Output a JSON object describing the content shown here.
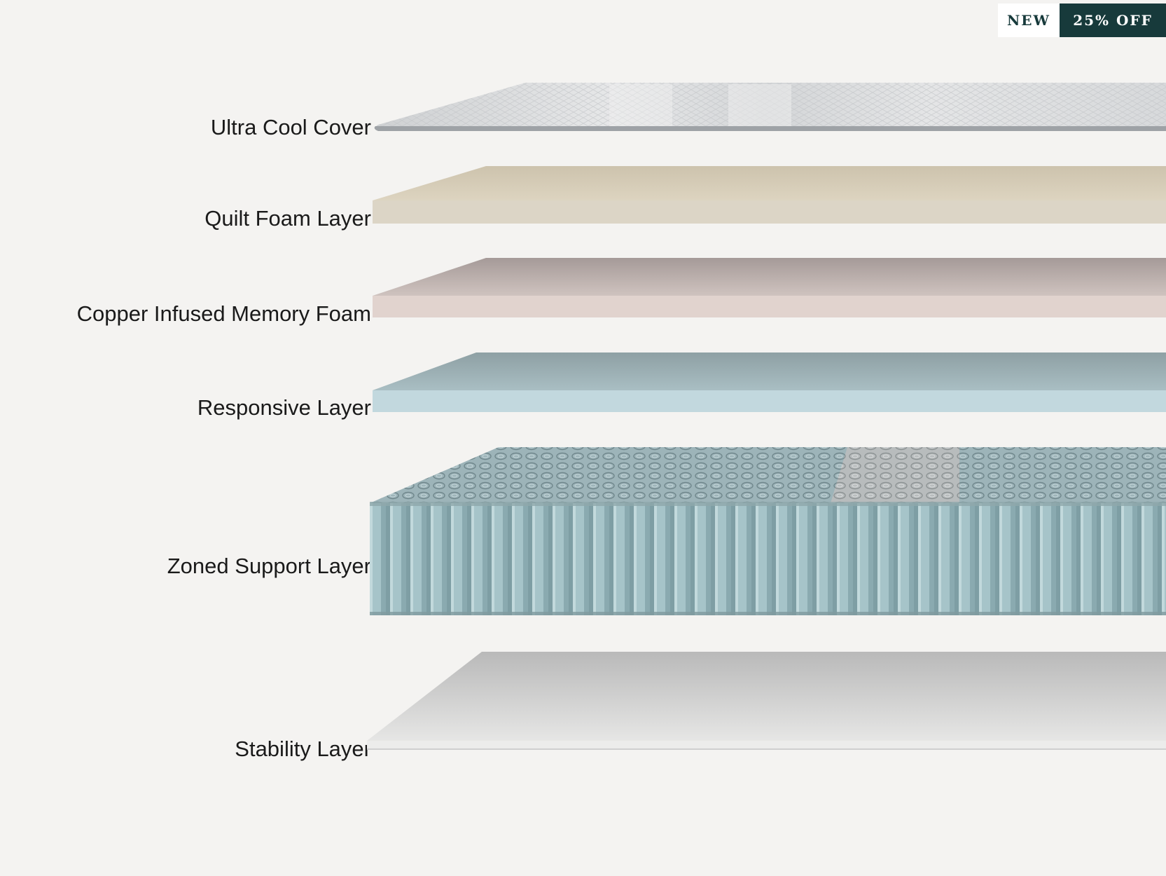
{
  "badges": {
    "new": "NEW",
    "discount": "25% OFF"
  },
  "layers": [
    {
      "label": "Ultra Cool Cover"
    },
    {
      "label": "Quilt Foam Layer"
    },
    {
      "label": "Copper Infused Memory Foam"
    },
    {
      "label": "Responsive Layer"
    },
    {
      "label": "Zoned Support Layer"
    },
    {
      "label": "Stability Layer"
    }
  ]
}
